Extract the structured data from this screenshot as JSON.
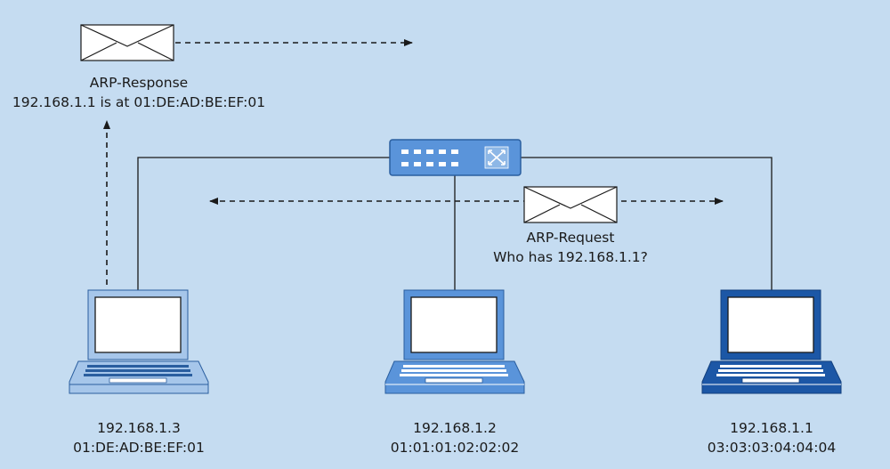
{
  "response": {
    "title": "ARP-Response",
    "message": "192.168.1.1 is at 01:DE:AD:BE:EF:01"
  },
  "request": {
    "title": "ARP-Request",
    "message": "Who has 192.168.1.1?"
  },
  "hosts": [
    {
      "ip": "192.168.1.3",
      "mac": "01:DE:AD:BE:EF:01",
      "color": "#a6c6ea"
    },
    {
      "ip": "192.168.1.2",
      "mac": "01:01:01:02:02:02",
      "color": "#5a94da"
    },
    {
      "ip": "192.168.1.1",
      "mac": "03:03:03:04:04:04",
      "color": "#1c57a6"
    }
  ],
  "colors": {
    "background": "#c5dcf1",
    "switch": "#5a94da",
    "switch_stroke": "#2a5e9f",
    "line": "#1a1a1a"
  },
  "icons": {
    "switch": "network-switch-icon",
    "envelope": "envelope-icon",
    "laptop": "laptop-icon"
  }
}
